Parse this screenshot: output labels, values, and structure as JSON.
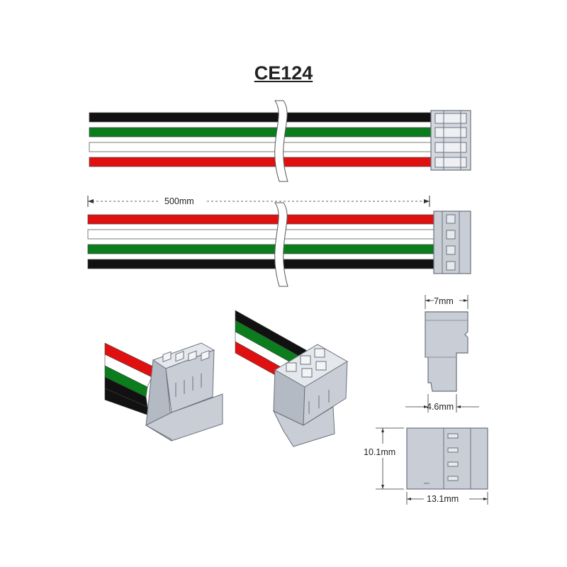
{
  "title": "CE124",
  "colors": {
    "black": "#111111",
    "green": "#0b7d1c",
    "white": "#ffffff",
    "red": "#e01010",
    "connector_fill": "#c9ced6",
    "connector_face": "#b3bac4",
    "outline": "#6a717c"
  },
  "top_view": {
    "wire_order": [
      "black",
      "green",
      "white",
      "red"
    ]
  },
  "side_view": {
    "wire_order": [
      "red",
      "white",
      "green",
      "black"
    ]
  },
  "dimensions": {
    "cable_length": "500mm",
    "connector_width": "7mm",
    "connector_depth": "4.6mm",
    "connector_height": "10.1mm",
    "connector_length": "13.1mm"
  }
}
